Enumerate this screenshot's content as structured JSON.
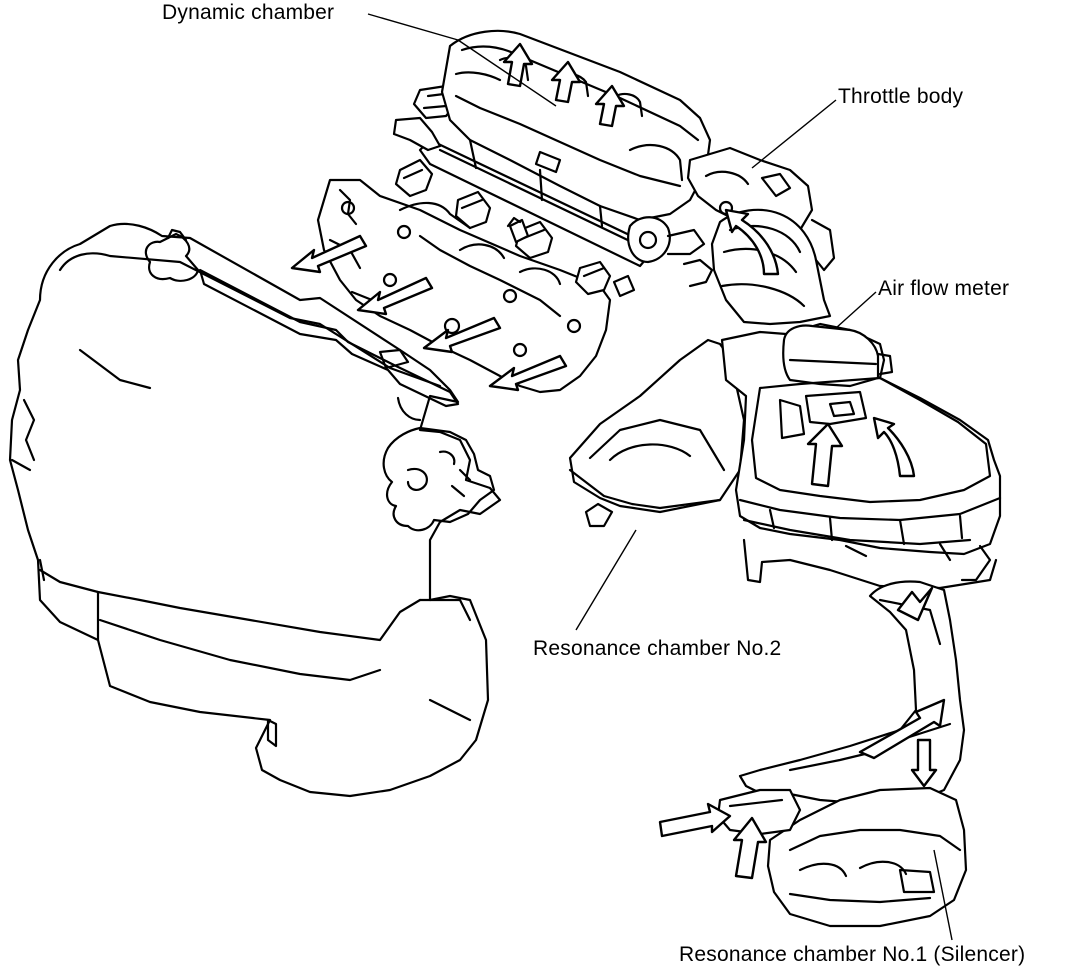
{
  "labels": {
    "dynamic_chamber": "Dynamic chamber",
    "throttle_body": "Throttle body",
    "air_flow_meter": "Air flow meter",
    "resonance_chamber_2": "Resonance chamber No.2",
    "resonance_chamber_1": "Resonance chamber No.1 (Silencer)"
  }
}
